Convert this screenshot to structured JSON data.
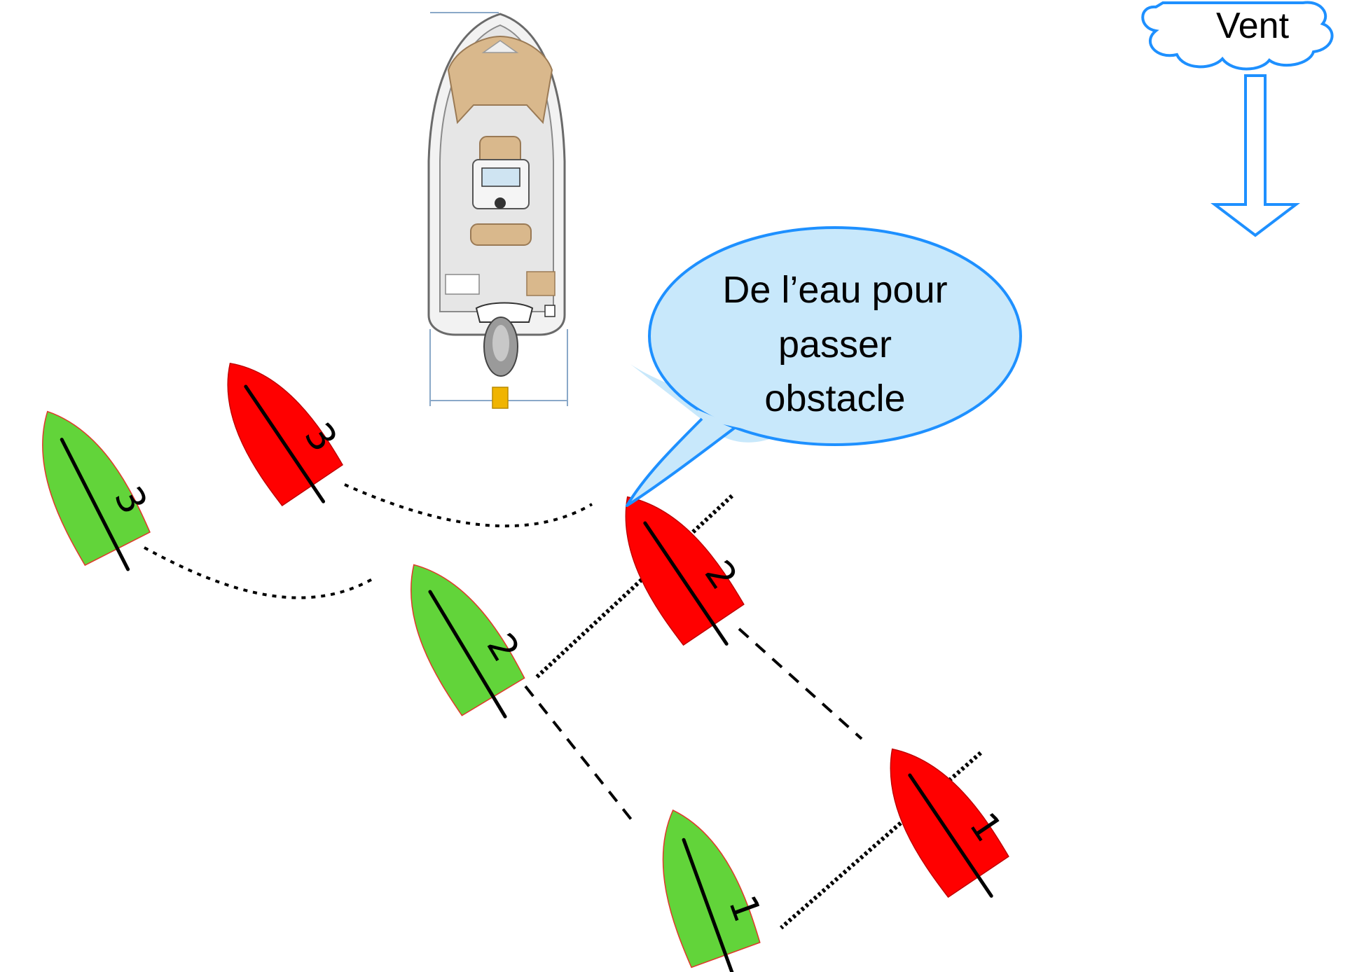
{
  "labels": {
    "wind": "Vent",
    "bubble_line1": "De l’eau pour",
    "bubble_line2": "passer",
    "bubble_line3": "obstacle"
  },
  "boats": {
    "green": {
      "color": "#62d43a",
      "numbers": [
        "1",
        "2",
        "3"
      ]
    },
    "red": {
      "color": "#ff0000",
      "numbers": [
        "1",
        "2",
        "3"
      ]
    }
  },
  "colors": {
    "wind_arrow": "#1e90ff",
    "bubble_fill": "#c8e8fb",
    "bubble_stroke": "#1e90ff",
    "obstacle_deck": "#e6e6e6",
    "obstacle_seats": "#d9b88c"
  },
  "icons": {
    "obstacle": "motorboat-topview-icon",
    "wind": "wind-cloud-icon"
  }
}
